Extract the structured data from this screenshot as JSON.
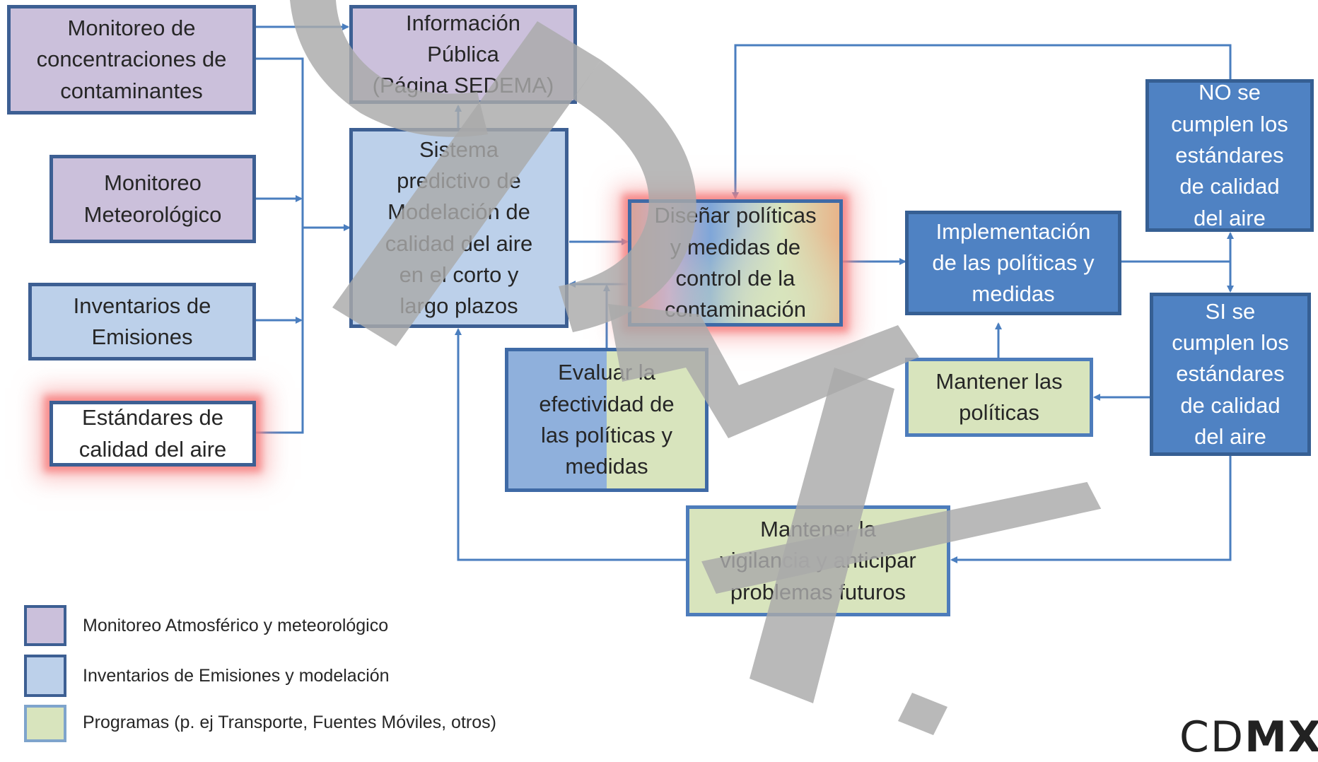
{
  "boxes": {
    "monitoreo_concentraciones": "Monitoreo de\nconcentraciones de\ncontaminantes",
    "monitoreo_meteorologico": "Monitoreo\nMeteorológico",
    "inventarios_emisiones": "Inventarios de\nEmisiones",
    "estandares_calidad": "Estándares de\ncalidad del aire",
    "informacion_publica": "Información\nPública\n(Página SEDEMA)",
    "sistema_predictivo": "Sistema\npredictivo de\nModelación de\ncalidad del aire\nen el corto y\nlargo plazos",
    "disenar_politicas": "Diseñar políticas\ny medidas de\ncontrol de la\ncontaminación",
    "evaluar_efectividad": "Evaluar la\nefectividad de\nlas políticas y\nmedidas",
    "implementacion": "Implementación\nde las políticas y\nmedidas",
    "no_se_cumplen": "NO se\ncumplen los\nestándares\nde calidad\ndel aire",
    "si_se_cumplen": "SI se\ncumplen los\nestándares\nde calidad\ndel aire",
    "mantener_politicas": "Mantener las\npolíticas",
    "mantener_vigilancia": "Mantener la\nvigilancia y anticipar\nproblemas futuros"
  },
  "legend": {
    "item1": "Monitoreo Atmosférico y meteorológico",
    "item2": "Inventarios de Emisiones y modelación",
    "item3": "Programas (p. ej Transporte, Fuentes Móviles,  otros)"
  },
  "logo": {
    "light": "CD",
    "bold": "MX"
  },
  "colors": {
    "lilac": "#cbc0db",
    "light_blue": "#bcd0ea",
    "blue": "#4f82c3",
    "green": "#d8e4bd",
    "connector": "#4a7ebf",
    "watermark": "#b3b3b3",
    "highlight_glow": "#f57878"
  }
}
